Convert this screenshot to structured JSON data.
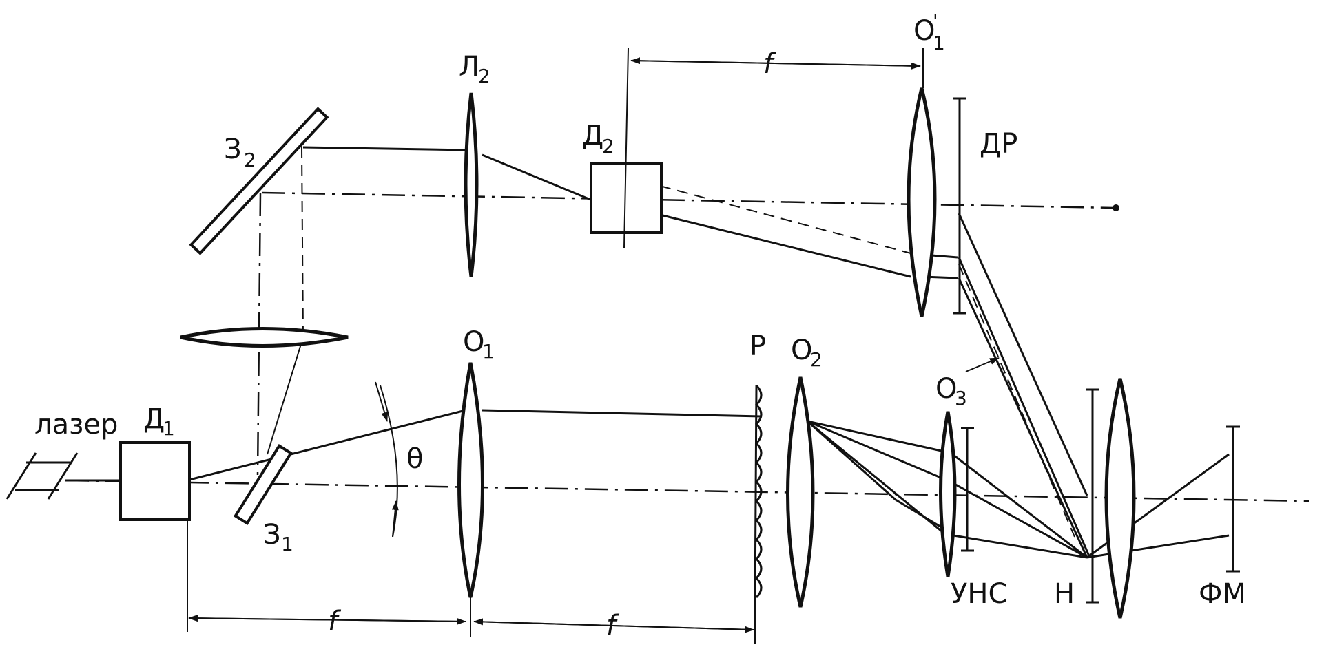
{
  "labels": {
    "laser": "лазер",
    "d1": "Д",
    "d1_sub": "1",
    "z1": "З",
    "z1_sub": "1",
    "z2": "З",
    "z2_sub": "2",
    "l2": "Л",
    "l2_sub": "2",
    "d2": "Д",
    "d2_sub": "2",
    "o1": "О",
    "o1_sub": "1",
    "o1p": "О",
    "o1p_sub": "1",
    "o1p_prime": "'",
    "dr": "ДР",
    "r": "Р",
    "o2": "О",
    "o2_sub": "2",
    "o3": "О",
    "o3_sub": "3",
    "theta": "θ",
    "unc": "УНС",
    "n": "Н",
    "fm": "ФМ",
    "f_top": "f",
    "f_bottom_left": "f",
    "f_bottom_right": "f"
  }
}
